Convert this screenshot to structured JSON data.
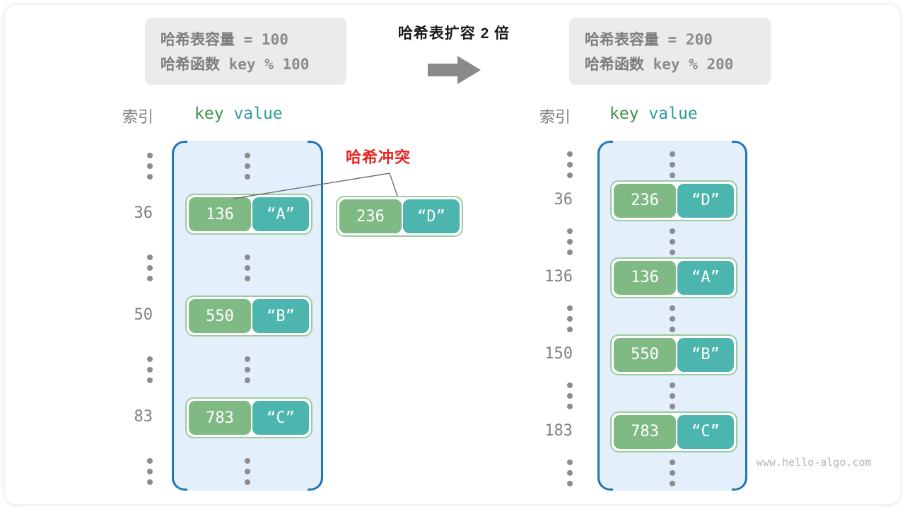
{
  "diagram": {
    "caption": "哈希表扩容 2 倍",
    "arrow_icon": "right-block-arrow-icon",
    "collision_label": "哈希冲突",
    "watermark": "www.hello-algo.com",
    "colors": {
      "bucket_fill": "#e3effa",
      "bucket_border": "#1f77b4",
      "key_cell": "#7fba84",
      "value_cell": "#4cb5ae",
      "pair_border": "#9ccb9e",
      "collision_red": "#e8251f",
      "info_box": "#ebebeb",
      "muted_text": "#808080",
      "arrow_gray": "#8a8a8a"
    }
  },
  "before": {
    "info": {
      "capacity_label": "哈希表容量",
      "capacity_value": " = 100",
      "function_label": "哈希函数",
      "function_value": " key % 100"
    },
    "headers": {
      "index": "索引",
      "key": "key",
      "value": "value"
    },
    "rows": [
      {
        "index": "⋮",
        "type": "ellipsis"
      },
      {
        "index": "36",
        "type": "pair",
        "key": "136",
        "value": "“A”"
      },
      {
        "index": "⋮",
        "type": "ellipsis"
      },
      {
        "index": "50",
        "type": "pair",
        "key": "550",
        "value": "“B”"
      },
      {
        "index": "⋮",
        "type": "ellipsis"
      },
      {
        "index": "83",
        "type": "pair",
        "key": "783",
        "value": "“C”"
      },
      {
        "index": "⋮",
        "type": "ellipsis"
      }
    ],
    "colliding_pair": {
      "key": "236",
      "value": "“D”"
    }
  },
  "after": {
    "info": {
      "capacity_label": "哈希表容量",
      "capacity_value": " = 200",
      "function_label": "哈希函数",
      "function_value": " key % 200"
    },
    "headers": {
      "index": "索引",
      "key": "key",
      "value": "value"
    },
    "rows": [
      {
        "index": "⋮",
        "type": "ellipsis"
      },
      {
        "index": "36",
        "type": "pair",
        "key": "236",
        "value": "“D”"
      },
      {
        "index": "⋮",
        "type": "ellipsis"
      },
      {
        "index": "136",
        "type": "pair",
        "key": "136",
        "value": "“A”"
      },
      {
        "index": "⋮",
        "type": "ellipsis"
      },
      {
        "index": "150",
        "type": "pair",
        "key": "550",
        "value": "“B”"
      },
      {
        "index": "⋮",
        "type": "ellipsis"
      },
      {
        "index": "183",
        "type": "pair",
        "key": "783",
        "value": "“C”"
      },
      {
        "index": "⋮",
        "type": "ellipsis"
      }
    ]
  }
}
